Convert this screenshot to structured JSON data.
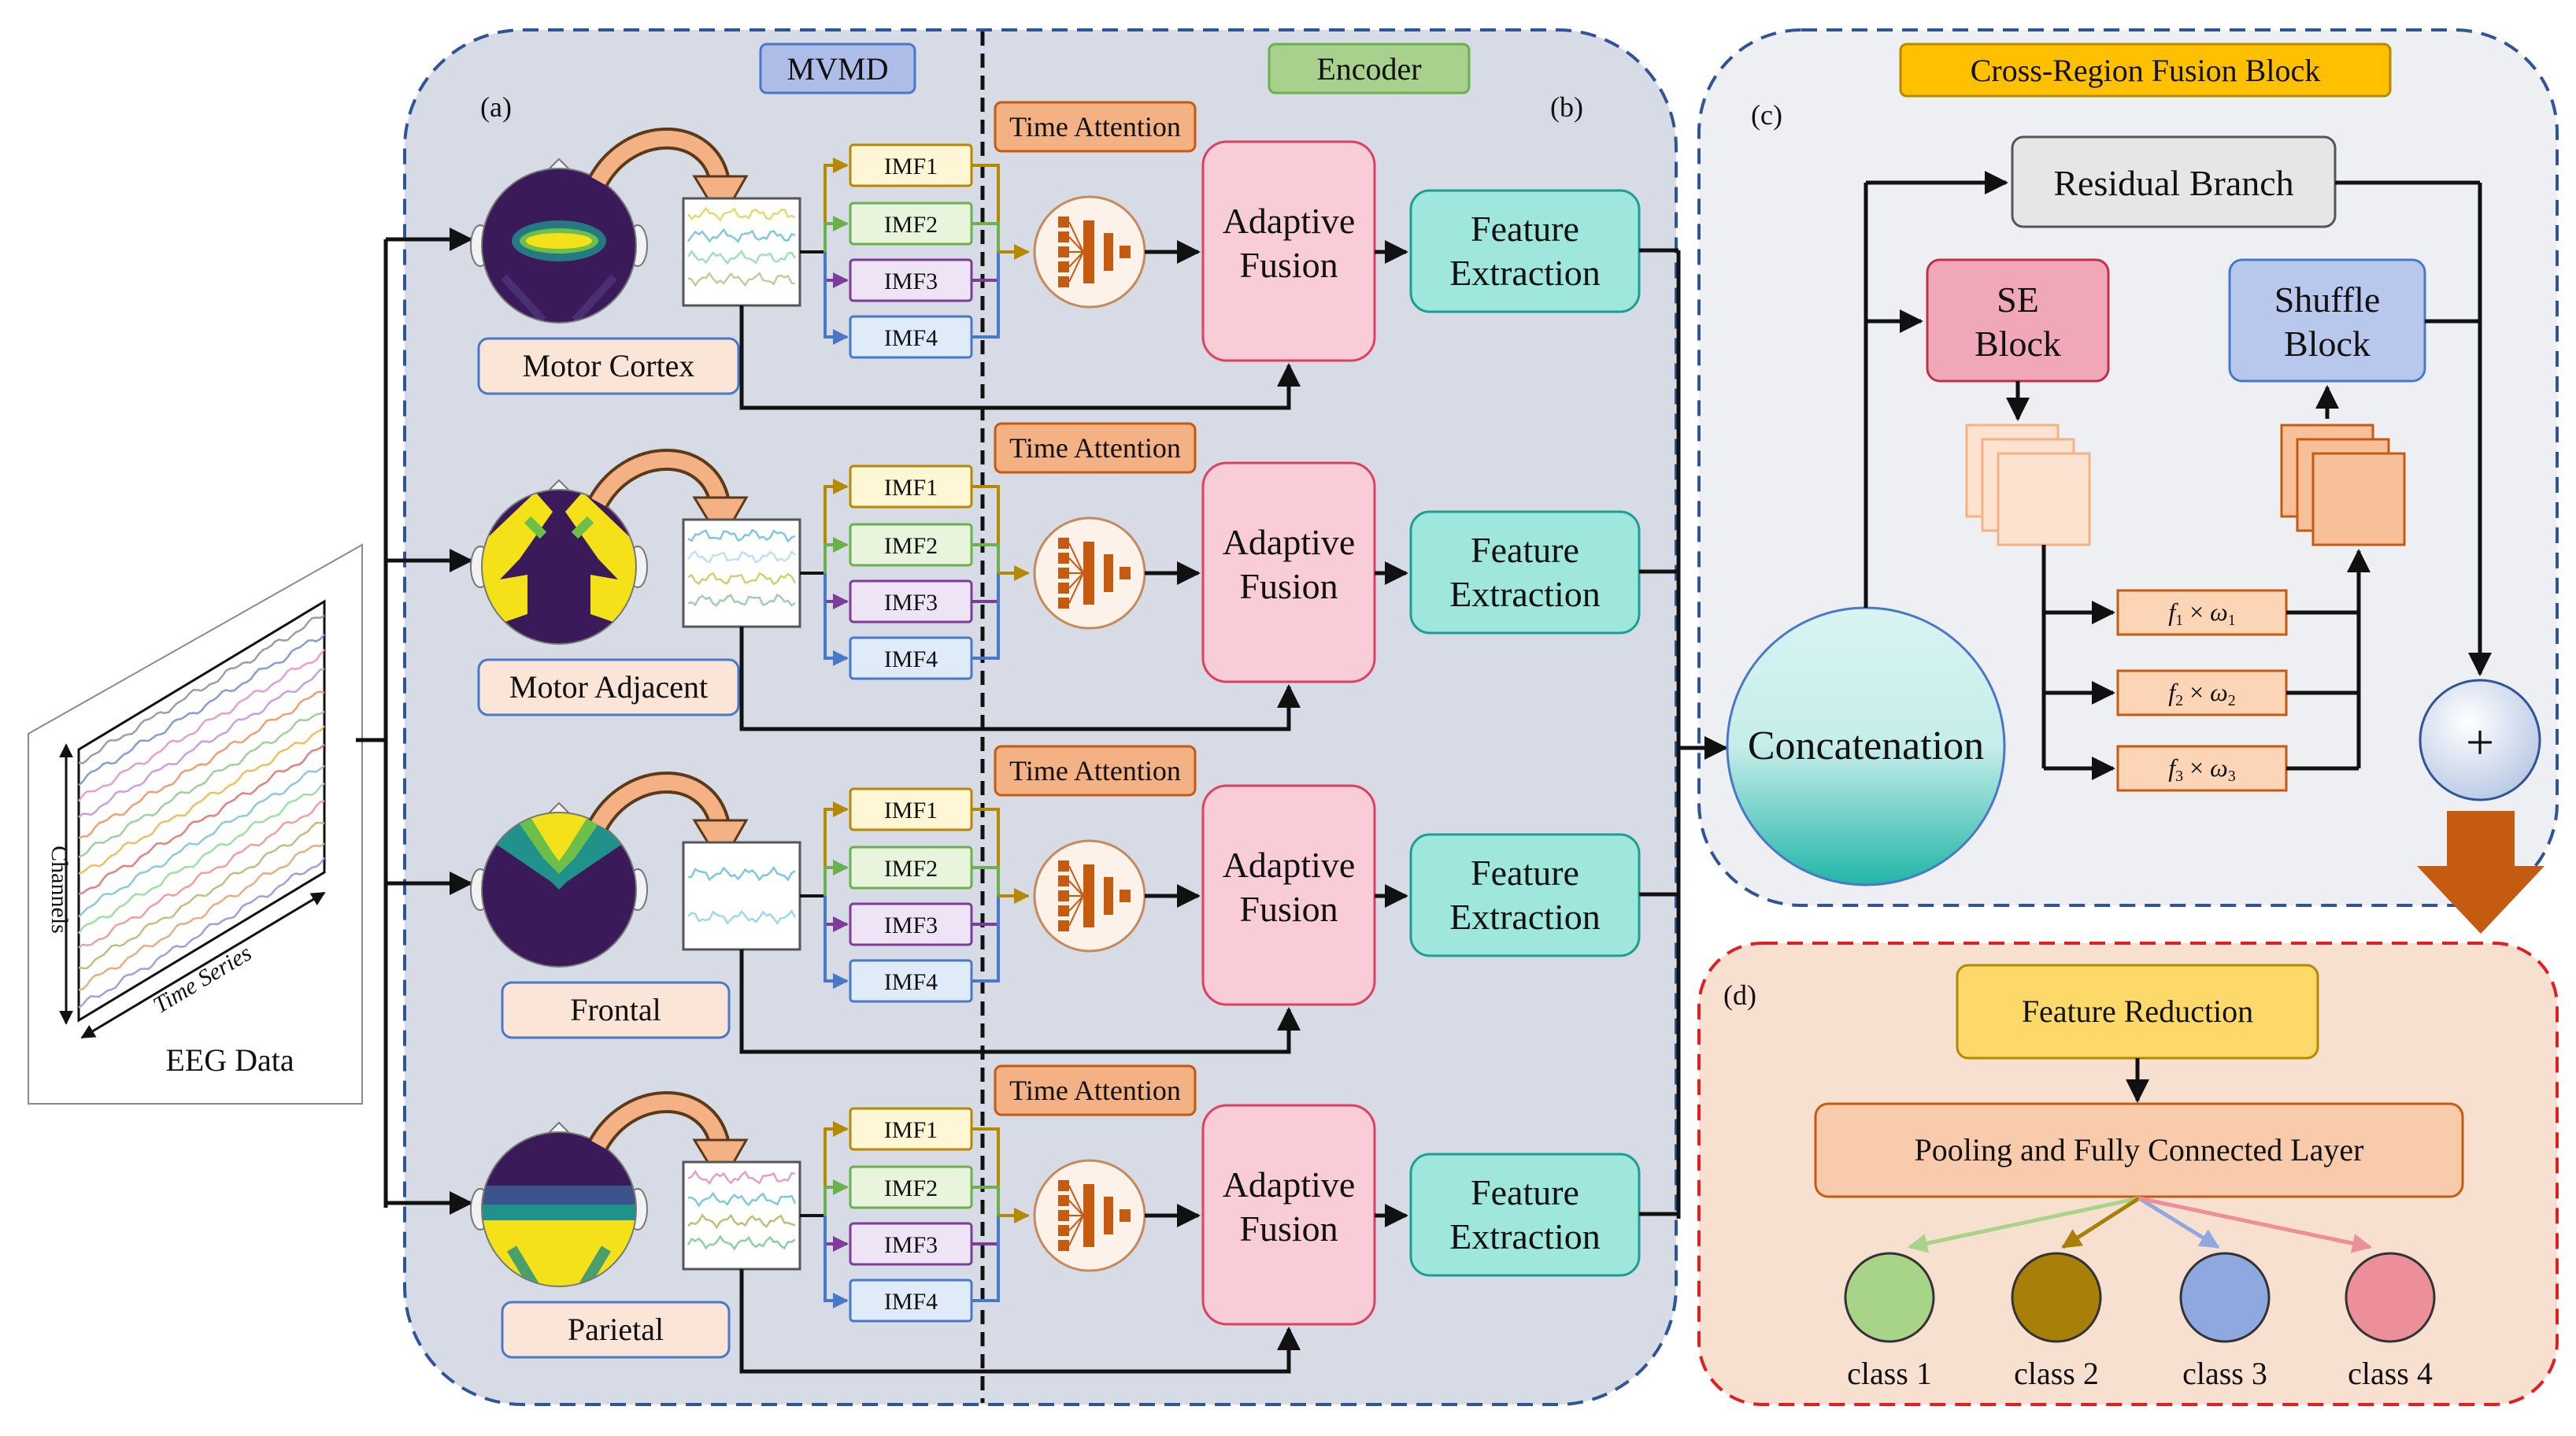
{
  "eeg": {
    "label": "EEG Data",
    "axis_channels": "Channels",
    "axis_time": "Time Series",
    "trace_colors": [
      "#9aa0a6",
      "#8a9bd8",
      "#e8a0c8",
      "#c8a0e8",
      "#f0a070",
      "#a0d0a0",
      "#f0c060",
      "#e88080",
      "#90c8e0",
      "#a0e0a0",
      "#f0a0a0",
      "#c0c080",
      "#e8b080",
      "#a0a0e0"
    ]
  },
  "panel_ab": {
    "header_left": "MVMD",
    "header_right": "Encoder",
    "label_a": "(a)",
    "label_b": "(b)",
    "time_attention": "Time Attention",
    "adaptive_fusion": [
      "Adaptive",
      "Fusion"
    ],
    "feature_extraction": [
      "Feature",
      "Extraction"
    ],
    "imf_labels": [
      "IMF1",
      "IMF2",
      "IMF3",
      "IMF4"
    ],
    "imf_colors": [
      "#b58900",
      "#6ab04c",
      "#7d3c98",
      "#4a78c8"
    ],
    "regions": [
      {
        "name": "Motor Cortex",
        "topomap": "motor-cortex"
      },
      {
        "name": "Motor Adjacent",
        "topomap": "motor-adjacent"
      },
      {
        "name": "Frontal",
        "topomap": "frontal"
      },
      {
        "name": "Parietal",
        "topomap": "parietal"
      }
    ]
  },
  "panel_c": {
    "title": "Cross-Region Fusion Block",
    "label": "(c)",
    "residual_branch": "Residual Branch",
    "se_block": [
      "SE",
      "Block"
    ],
    "shuffle_block": [
      "Shuffle",
      "Block"
    ],
    "concatenation": "Concatenation",
    "plus": "+",
    "weights": [
      {
        "f": "f",
        "sub": "1",
        "w": "ω",
        "wsub": "1"
      },
      {
        "f": "f",
        "sub": "2",
        "w": "ω",
        "wsub": "2"
      },
      {
        "f": "f",
        "sub": "3",
        "w": "ω",
        "wsub": "3"
      }
    ],
    "times_sign": "×"
  },
  "panel_d": {
    "label": "(d)",
    "feature_reduction": "Feature Reduction",
    "pooling": "Pooling and Fully Connected Layer",
    "classes": [
      {
        "label": "class 1",
        "color": "#a8d48a"
      },
      {
        "label": "class 2",
        "color": "#a87f08"
      },
      {
        "label": "class 3",
        "color": "#8fa8e0"
      },
      {
        "label": "class 4",
        "color": "#ec8f98"
      }
    ]
  },
  "colors": {
    "panel_ab_bg": "#d6dbe6",
    "panel_c_bg": "#eeeff2",
    "panel_d_bg": "#f8e0d0",
    "dash_blue": "#2f5597",
    "dash_red": "#e02020",
    "mvmd_header": "#aebde8",
    "encoder_header": "#a9d18e",
    "title_header": "#ffc000",
    "time_attn": "#f4b183",
    "adaptive": "#f8cdd8",
    "feature": "#9fe6dc",
    "residual": "#e6e6e6",
    "se": "#f0a8b8",
    "shuffle": "#b8c8ec",
    "weight_box": "#fbd5b5",
    "reduction": "#fdd96a",
    "pooling": "#f8cbad",
    "region_label": "#fbe5d6",
    "arrow_big": "#c55a11"
  }
}
